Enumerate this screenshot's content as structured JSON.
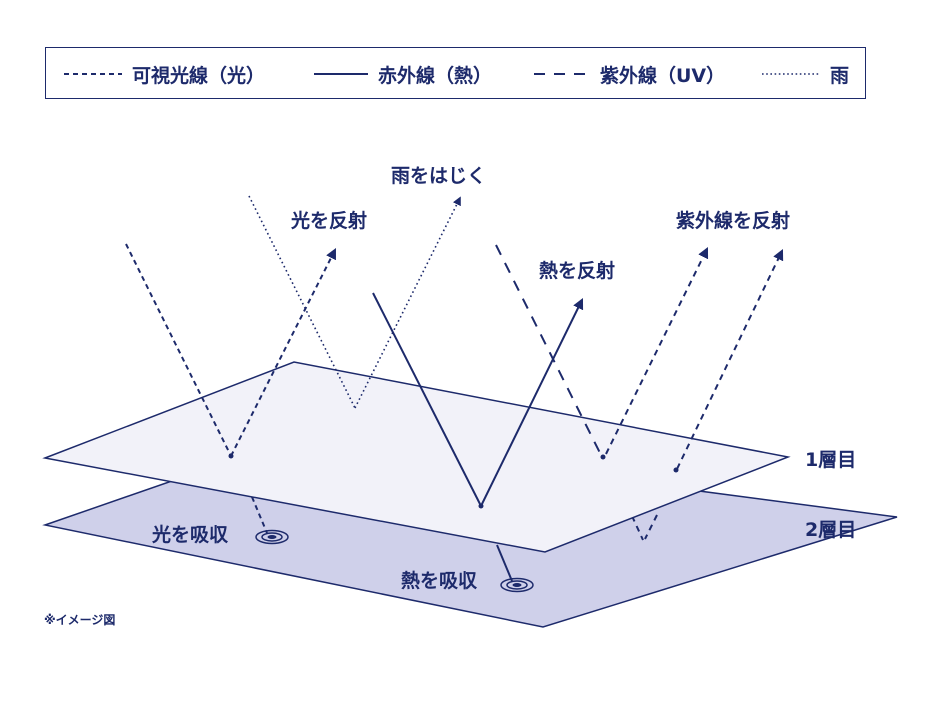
{
  "legend": {
    "visible": "可視光線（光）",
    "infrared": "赤外線（熱）",
    "uv": "紫外線（UV）",
    "rain": "雨"
  },
  "labels": {
    "rain_repel": "雨をはじく",
    "light_reflect": "光を反射",
    "heat_reflect": "熱を反射",
    "uv_reflect": "紫外線を反射",
    "light_absorb": "光を吸収",
    "heat_absorb": "熱を吸収",
    "layer1": "1層目",
    "layer2": "2層目"
  },
  "note": "※イメージ図",
  "colors": {
    "line": "#1d2a6b",
    "layer1_fill": "#f2f2f9",
    "layer2_fill": "#cfd0ea"
  }
}
